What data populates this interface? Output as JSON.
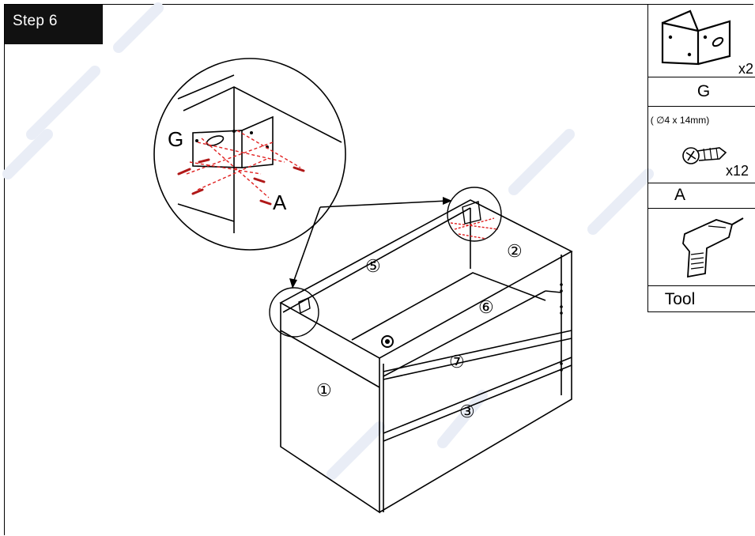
{
  "step": {
    "label": "Step 6"
  },
  "parts_panel": {
    "bracket": {
      "qty": "x2",
      "label": "G"
    },
    "screw": {
      "spec": "( ∅4 x 14mm)",
      "qty": "x12",
      "label": "A"
    },
    "tool": {
      "label": "Tool",
      "icon": "drill-icon"
    }
  },
  "callout": {
    "bracket_letter": "G",
    "screw_letter": "A"
  },
  "panels": {
    "p1": "①",
    "p2": "②",
    "p3": "③",
    "p5": "⑤",
    "p6": "⑥",
    "p7": "⑦"
  },
  "colors": {
    "line": "#000000",
    "screw_dash": "#e02020",
    "watermark": "#e8ecf6"
  }
}
